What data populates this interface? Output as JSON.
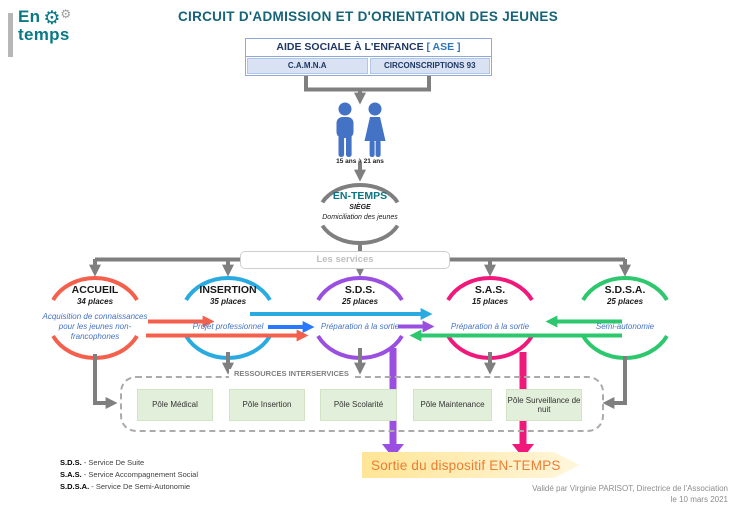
{
  "logo": {
    "word_top": "En",
    "word_bottom": "temps",
    "gear_large": "⚙",
    "gear_small": "⚙"
  },
  "title": "CIRCUIT D'ADMISSION ET D'ORIENTATION DES JEUNES",
  "ase_box": {
    "header": "AIDE SOCIALE À L'ENFANCE",
    "header_tag": "[ ASE ]",
    "cells": [
      "C.A.M.N.A",
      "CIRCONSCRIPTIONS 93"
    ]
  },
  "age_label": "15 ans à 21 ans",
  "hub": {
    "name": "EN-TEMPS",
    "subtitle": "SIÈGE",
    "description": "Domiciliation des jeunes"
  },
  "services_label": "Les services",
  "services": [
    {
      "name": "ACCUEIL",
      "places": "34 places",
      "description": "Acquisition de connaissances pour les jeunes non-francophones",
      "color": "#F4604C"
    },
    {
      "name": "INSERTION",
      "places": "35 places",
      "description": "Projet professionnel",
      "color": "#29ABE2"
    },
    {
      "name": "S.D.S.",
      "places": "25 places",
      "description": "Préparation à la sortie",
      "color": "#9B4FE0"
    },
    {
      "name": "S.A.S.",
      "places": "15 places",
      "description": "Préparation à la sortie",
      "color": "#F0197B"
    },
    {
      "name": "S.D.S.A.",
      "places": "25 places",
      "description": "Semi-autonomie",
      "color": "#2DC76D"
    }
  ],
  "flows": [
    {
      "from": "ACCUEIL",
      "to": "INSERTION",
      "color": "#F4604C"
    },
    {
      "from": "ACCUEIL",
      "to": "S.D.S.",
      "color": "#F4604C"
    },
    {
      "from": "INSERTION",
      "to": "S.D.S.",
      "color": "#2979FF"
    },
    {
      "from": "INSERTION",
      "to": "S.A.S.",
      "color": "#29ABE2"
    },
    {
      "from": "S.D.S.",
      "to": "S.A.S.",
      "color": "#9B4FE0"
    },
    {
      "from": "S.D.S.A.",
      "to": "S.A.S.",
      "color": "#2DC76D"
    },
    {
      "from": "S.D.S.A.",
      "to": "S.D.S.",
      "color": "#2DC76D"
    },
    {
      "from": "S.D.S.",
      "to": "Sortie du dispositif EN-TEMPS",
      "color": "#9B4FE0"
    },
    {
      "from": "S.A.S.",
      "to": "Sortie du dispositif EN-TEMPS",
      "color": "#F0197B"
    }
  ],
  "resources": {
    "title": "RESSOURCES INTERSERVICES",
    "poles": [
      "Pôle Médical",
      "Pôle Insertion",
      "Pôle Scolarité",
      "Pôle Maintenance",
      "Pôle Surveillance de nuit"
    ]
  },
  "legend": [
    {
      "acronym": "S.D.S.",
      "meaning": "- Service De Suite"
    },
    {
      "acronym": "S.A.S.",
      "meaning": "- Service Accompagnement Social"
    },
    {
      "acronym": "S.D.S.A.",
      "meaning": "- Service De Semi-Autonomie"
    }
  ],
  "exit_banner": "Sortie du dispositif EN-TEMPS",
  "validation": {
    "line1": "Validé par Virginie PARISOT, Directrice de l'Association",
    "line2": "le 10 mars 2021"
  },
  "colors": {
    "logo_teal": "#087985",
    "title_teal": "#156478",
    "gray_connector": "#7F7F7F",
    "accueil": "#F4604C",
    "insertion": "#29ABE2",
    "sds": "#9B4FE0",
    "sas": "#F0197B",
    "sdsa": "#2DC76D",
    "arrow_blue": "#2979FF",
    "people_blue": "#4472C4",
    "ase_text": "#1F3864",
    "ase_tag": "#2E75B6",
    "ase_cell_fill": "#D9E2F3",
    "pole_fill": "#E2EFDA",
    "banner_fill": "#FFE596",
    "banner_text": "#ED7D31",
    "service_desc_blue": "#4472C4"
  }
}
